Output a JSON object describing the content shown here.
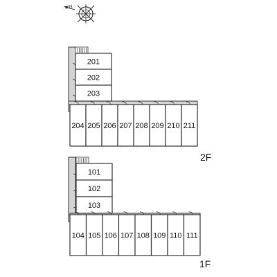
{
  "compass": {
    "letter": "N",
    "icon": "compass-rose-icon"
  },
  "floors": [
    {
      "label": "2F",
      "wing_rooms": [
        "201",
        "202",
        "203"
      ],
      "row_rooms": [
        "204",
        "205",
        "206",
        "207",
        "208",
        "209",
        "210",
        "211"
      ]
    },
    {
      "label": "1F",
      "wing_rooms": [
        "101",
        "102",
        "103"
      ],
      "row_rooms": [
        "104",
        "105",
        "106",
        "107",
        "108",
        "109",
        "110",
        "111"
      ]
    }
  ],
  "colors": {
    "wall": "#333333",
    "corridor": "#d4d4d4",
    "background": "#ffffff"
  }
}
